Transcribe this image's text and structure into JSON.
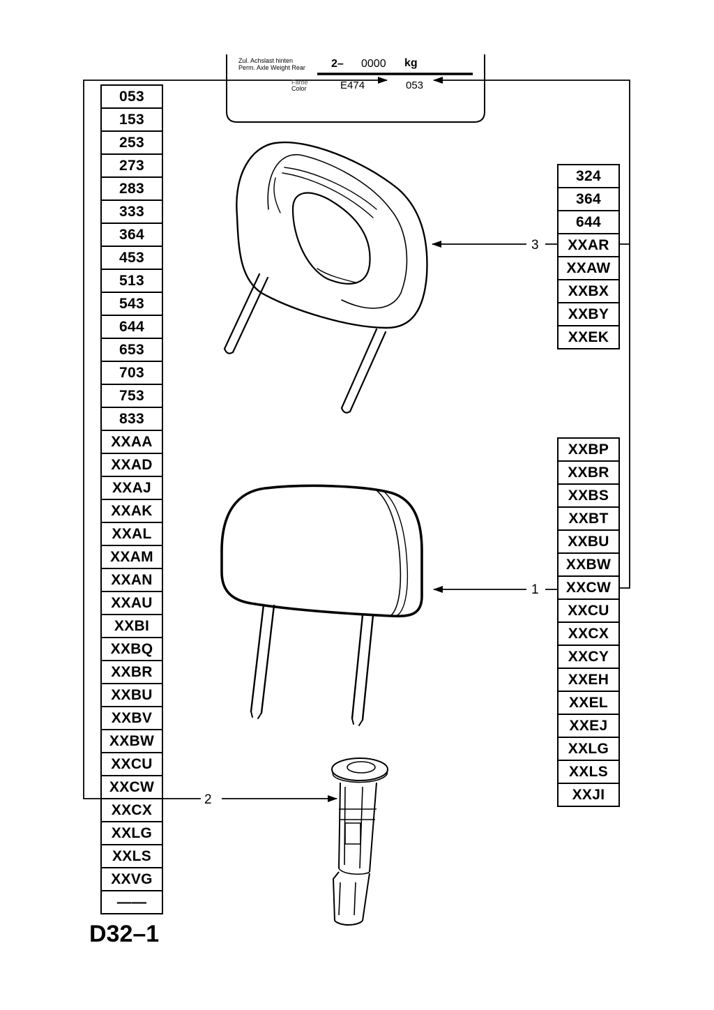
{
  "title": "D32–1",
  "plate": {
    "line1": "Zul. Achslast hinten",
    "line2": "Perm. Axle Weight Rear",
    "value_prefix": "2–",
    "value": "0000",
    "unit": "kg",
    "color_de": "Farbe",
    "color_en": "Color",
    "paint": "E474",
    "code": "053"
  },
  "callouts": {
    "part1": "1",
    "part2": "2",
    "part3": "3"
  },
  "codes_left": [
    "053",
    "153",
    "253",
    "273",
    "283",
    "333",
    "364",
    "453",
    "513",
    "543",
    "644",
    "653",
    "703",
    "753",
    "833",
    "XXAA",
    "XXAD",
    "XXAJ",
    "XXAK",
    "XXAL",
    "XXAM",
    "XXAN",
    "XXAU",
    "XXBI",
    "XXBQ",
    "XXBR",
    "XXBU",
    "XXBV",
    "XXBW",
    "XXCU",
    "XXCW",
    "XXCX",
    "XXLG",
    "XXLS",
    "XXVG",
    "——"
  ],
  "codes_right_part3": [
    "324",
    "364",
    "644",
    "XXAR",
    "XXAW",
    "XXBX",
    "XXBY",
    "XXEK"
  ],
  "codes_right_part1": [
    "XXBP",
    "XXBR",
    "XXBS",
    "XXBT",
    "XXBU",
    "XXBW",
    "XXCW",
    "XXCU",
    "XXCX",
    "XXCY",
    "XXEH",
    "XXEL",
    "XXEJ",
    "XXLG",
    "XXLS",
    "XXJI"
  ]
}
